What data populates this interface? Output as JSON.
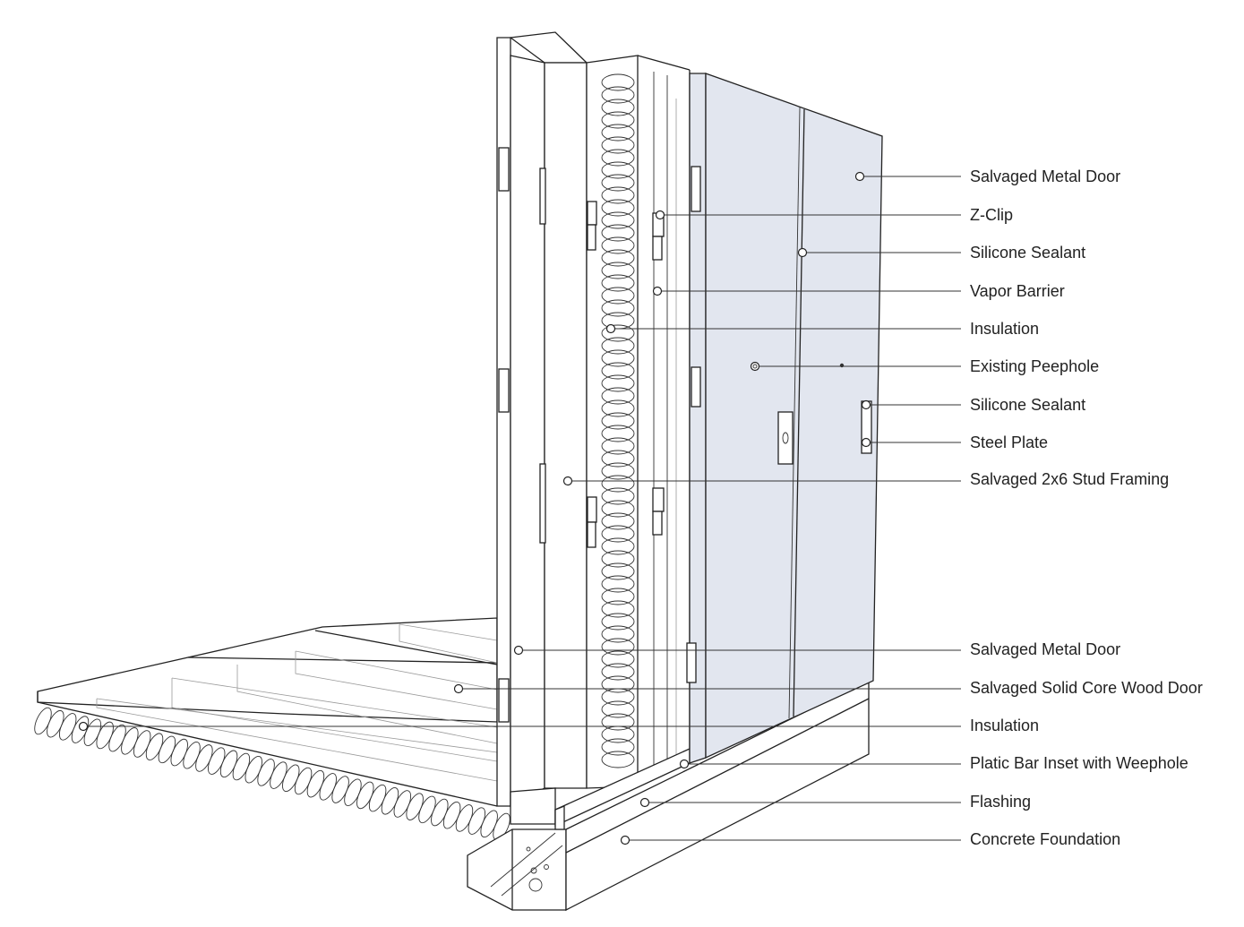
{
  "callouts": [
    {
      "id": "salvaged-metal-door-top",
      "label": "Salvaged Metal Door"
    },
    {
      "id": "z-clip",
      "label": "Z-Clip"
    },
    {
      "id": "silicone-sealant-top",
      "label": "Silicone Sealant"
    },
    {
      "id": "vapor-barrier",
      "label": "Vapor Barrier"
    },
    {
      "id": "insulation-wall",
      "label": "Insulation"
    },
    {
      "id": "existing-peephole",
      "label": "Existing Peephole"
    },
    {
      "id": "silicone-sealant-mid",
      "label": "Silicone Sealant"
    },
    {
      "id": "steel-plate",
      "label": "Steel Plate"
    },
    {
      "id": "stud-framing",
      "label": "Salvaged 2x6 Stud Framing"
    },
    {
      "id": "salvaged-metal-door-bottom",
      "label": "Salvaged Metal Door"
    },
    {
      "id": "solid-core-wood-door",
      "label": "Salvaged Solid Core Wood Door"
    },
    {
      "id": "insulation-floor",
      "label": "Insulation"
    },
    {
      "id": "plastic-bar-inset",
      "label": "Platic Bar Inset with Weephole"
    },
    {
      "id": "flashing",
      "label": "Flashing"
    },
    {
      "id": "concrete-foundation",
      "label": "Concrete Foundation"
    }
  ],
  "colors": {
    "line": "#222222",
    "door_panel": "#e2e6ef",
    "background": "#ffffff"
  }
}
